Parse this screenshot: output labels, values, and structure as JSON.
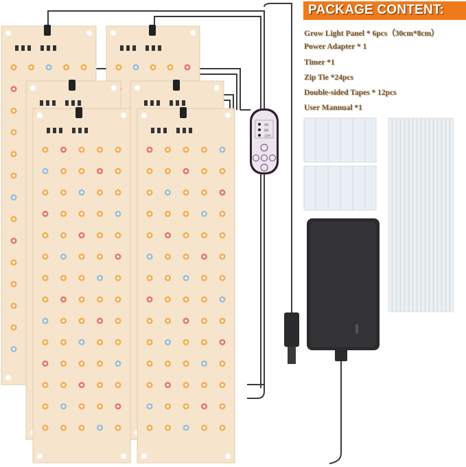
{
  "banner": {
    "title": "PACKAGE CONTENT:",
    "color": "#ee7a1c"
  },
  "package_items": [
    "Grow Light Panel * 6pcs（30cm*8cm）",
    "Power Adapter * 1",
    "Timer *1",
    "Zip Tie *24pcs",
    "Double-sided Tapes * 12pcs",
    "User Mannual *1"
  ],
  "timer": {
    "modes": [
      "4H",
      "8H",
      "12H"
    ]
  },
  "colors": {
    "panel": "#f6e4cc",
    "led_warm": "#f2a540",
    "led_red": "#e0645a",
    "led_blue": "#8cb6de",
    "cable": "#3a3a3a",
    "adapter": "#2b2b2d"
  }
}
